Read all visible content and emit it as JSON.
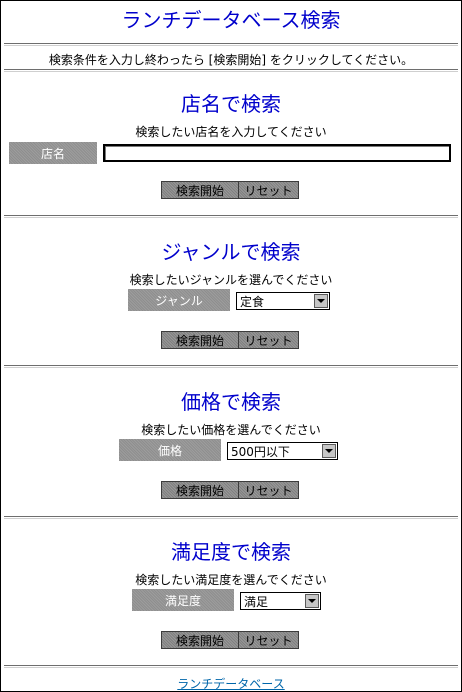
{
  "page": {
    "title": "ランチデータベース検索",
    "instruction": "検索条件を入力し終わったら [検索開始] をクリックしてください。",
    "footer_link": "ランチデータベース"
  },
  "buttons": {
    "search": "検索開始",
    "reset": "リセット"
  },
  "sections": {
    "name": {
      "title": "店名で検索",
      "prompt": "検索したい店名を入力してください",
      "label": "店名",
      "value": "",
      "placeholder": ""
    },
    "genre": {
      "title": "ジャンルで検索",
      "prompt": "検索したいジャンルを選んでください",
      "label": "ジャンル",
      "selected": "定食"
    },
    "price": {
      "title": "価格で検索",
      "prompt": "検索したい価格を選んでください",
      "label": "価格",
      "selected": "500円以下"
    },
    "satisfaction": {
      "title": "満足度で検索",
      "prompt": "検索したい満足度を選んでください",
      "label": "満足度",
      "selected": "満足"
    }
  },
  "colors": {
    "heading": "#0000cc",
    "link": "#0066aa",
    "label_bg": "#969696"
  }
}
